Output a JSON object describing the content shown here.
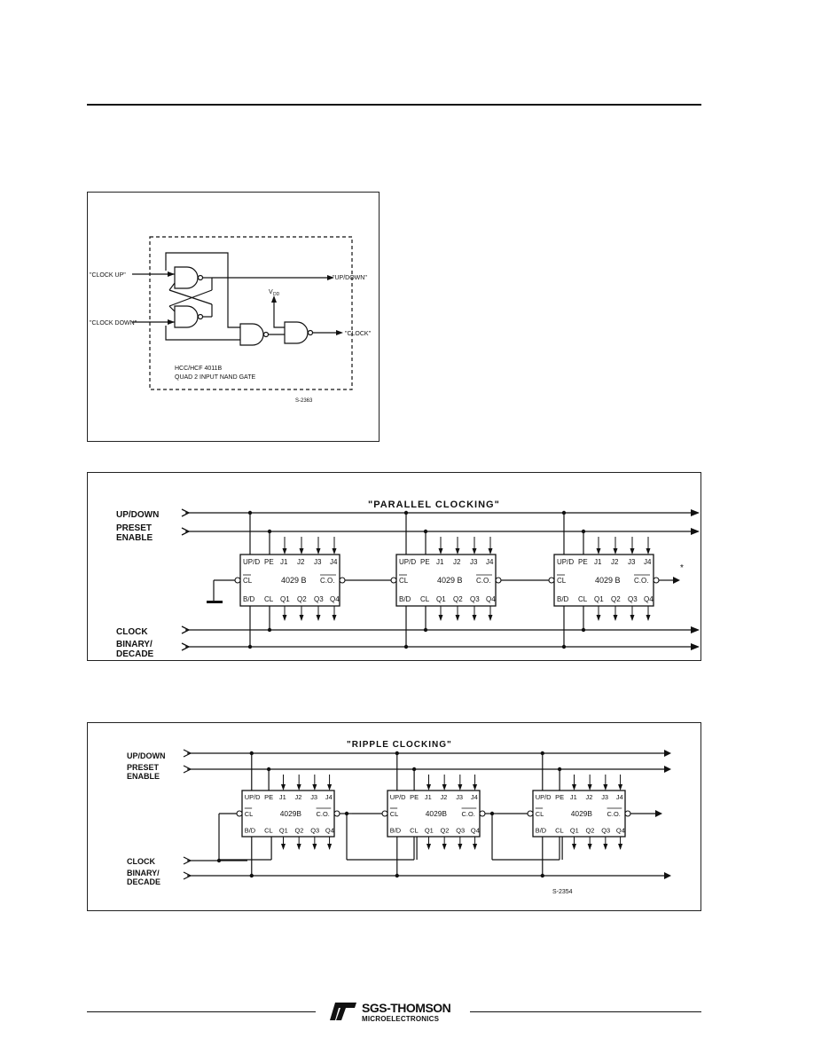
{
  "fig1": {
    "input_up": "\"CLOCK UP\"",
    "input_down": "\"CLOCK DOWN\"",
    "out_updown": "\"UP/DOWN\"",
    "out_clock": "\"CLOCK\"",
    "vdd": "V",
    "vdd_sub": "DD",
    "ic_name": "HCC/HCF 4011B",
    "ic_desc": "QUAD 2 INPUT NAND GATE",
    "ref": "S-2363"
  },
  "fig2": {
    "title": "\"PARALLEL CLOCKING\"",
    "labels": [
      "UP/DOWN",
      "PRESET",
      "ENABLE",
      "CLOCK",
      "BINARY/",
      "DECADE"
    ],
    "note": "*"
  },
  "fig3": {
    "title": "\"RIPPLE CLOCKING\"",
    "labels": [
      "UP/DOWN",
      "PRESET",
      "ENABLE",
      "CLOCK",
      "BINARY/",
      "DECADE"
    ],
    "ref": "S-2354"
  },
  "chip": {
    "name_a": "4029B",
    "name_b": "4029 B",
    "top_pins": [
      "UP/D",
      "PE",
      "J1",
      "J2",
      "J3",
      "J4"
    ],
    "cl": "CL",
    "co": "C.O.",
    "bottom_pins": [
      "B/D",
      "CL",
      "Q1",
      "Q2",
      "Q3",
      "Q4"
    ]
  },
  "footer": {
    "brand": "SGS-THOMSON",
    "sub": "MICROELECTRONICS"
  }
}
